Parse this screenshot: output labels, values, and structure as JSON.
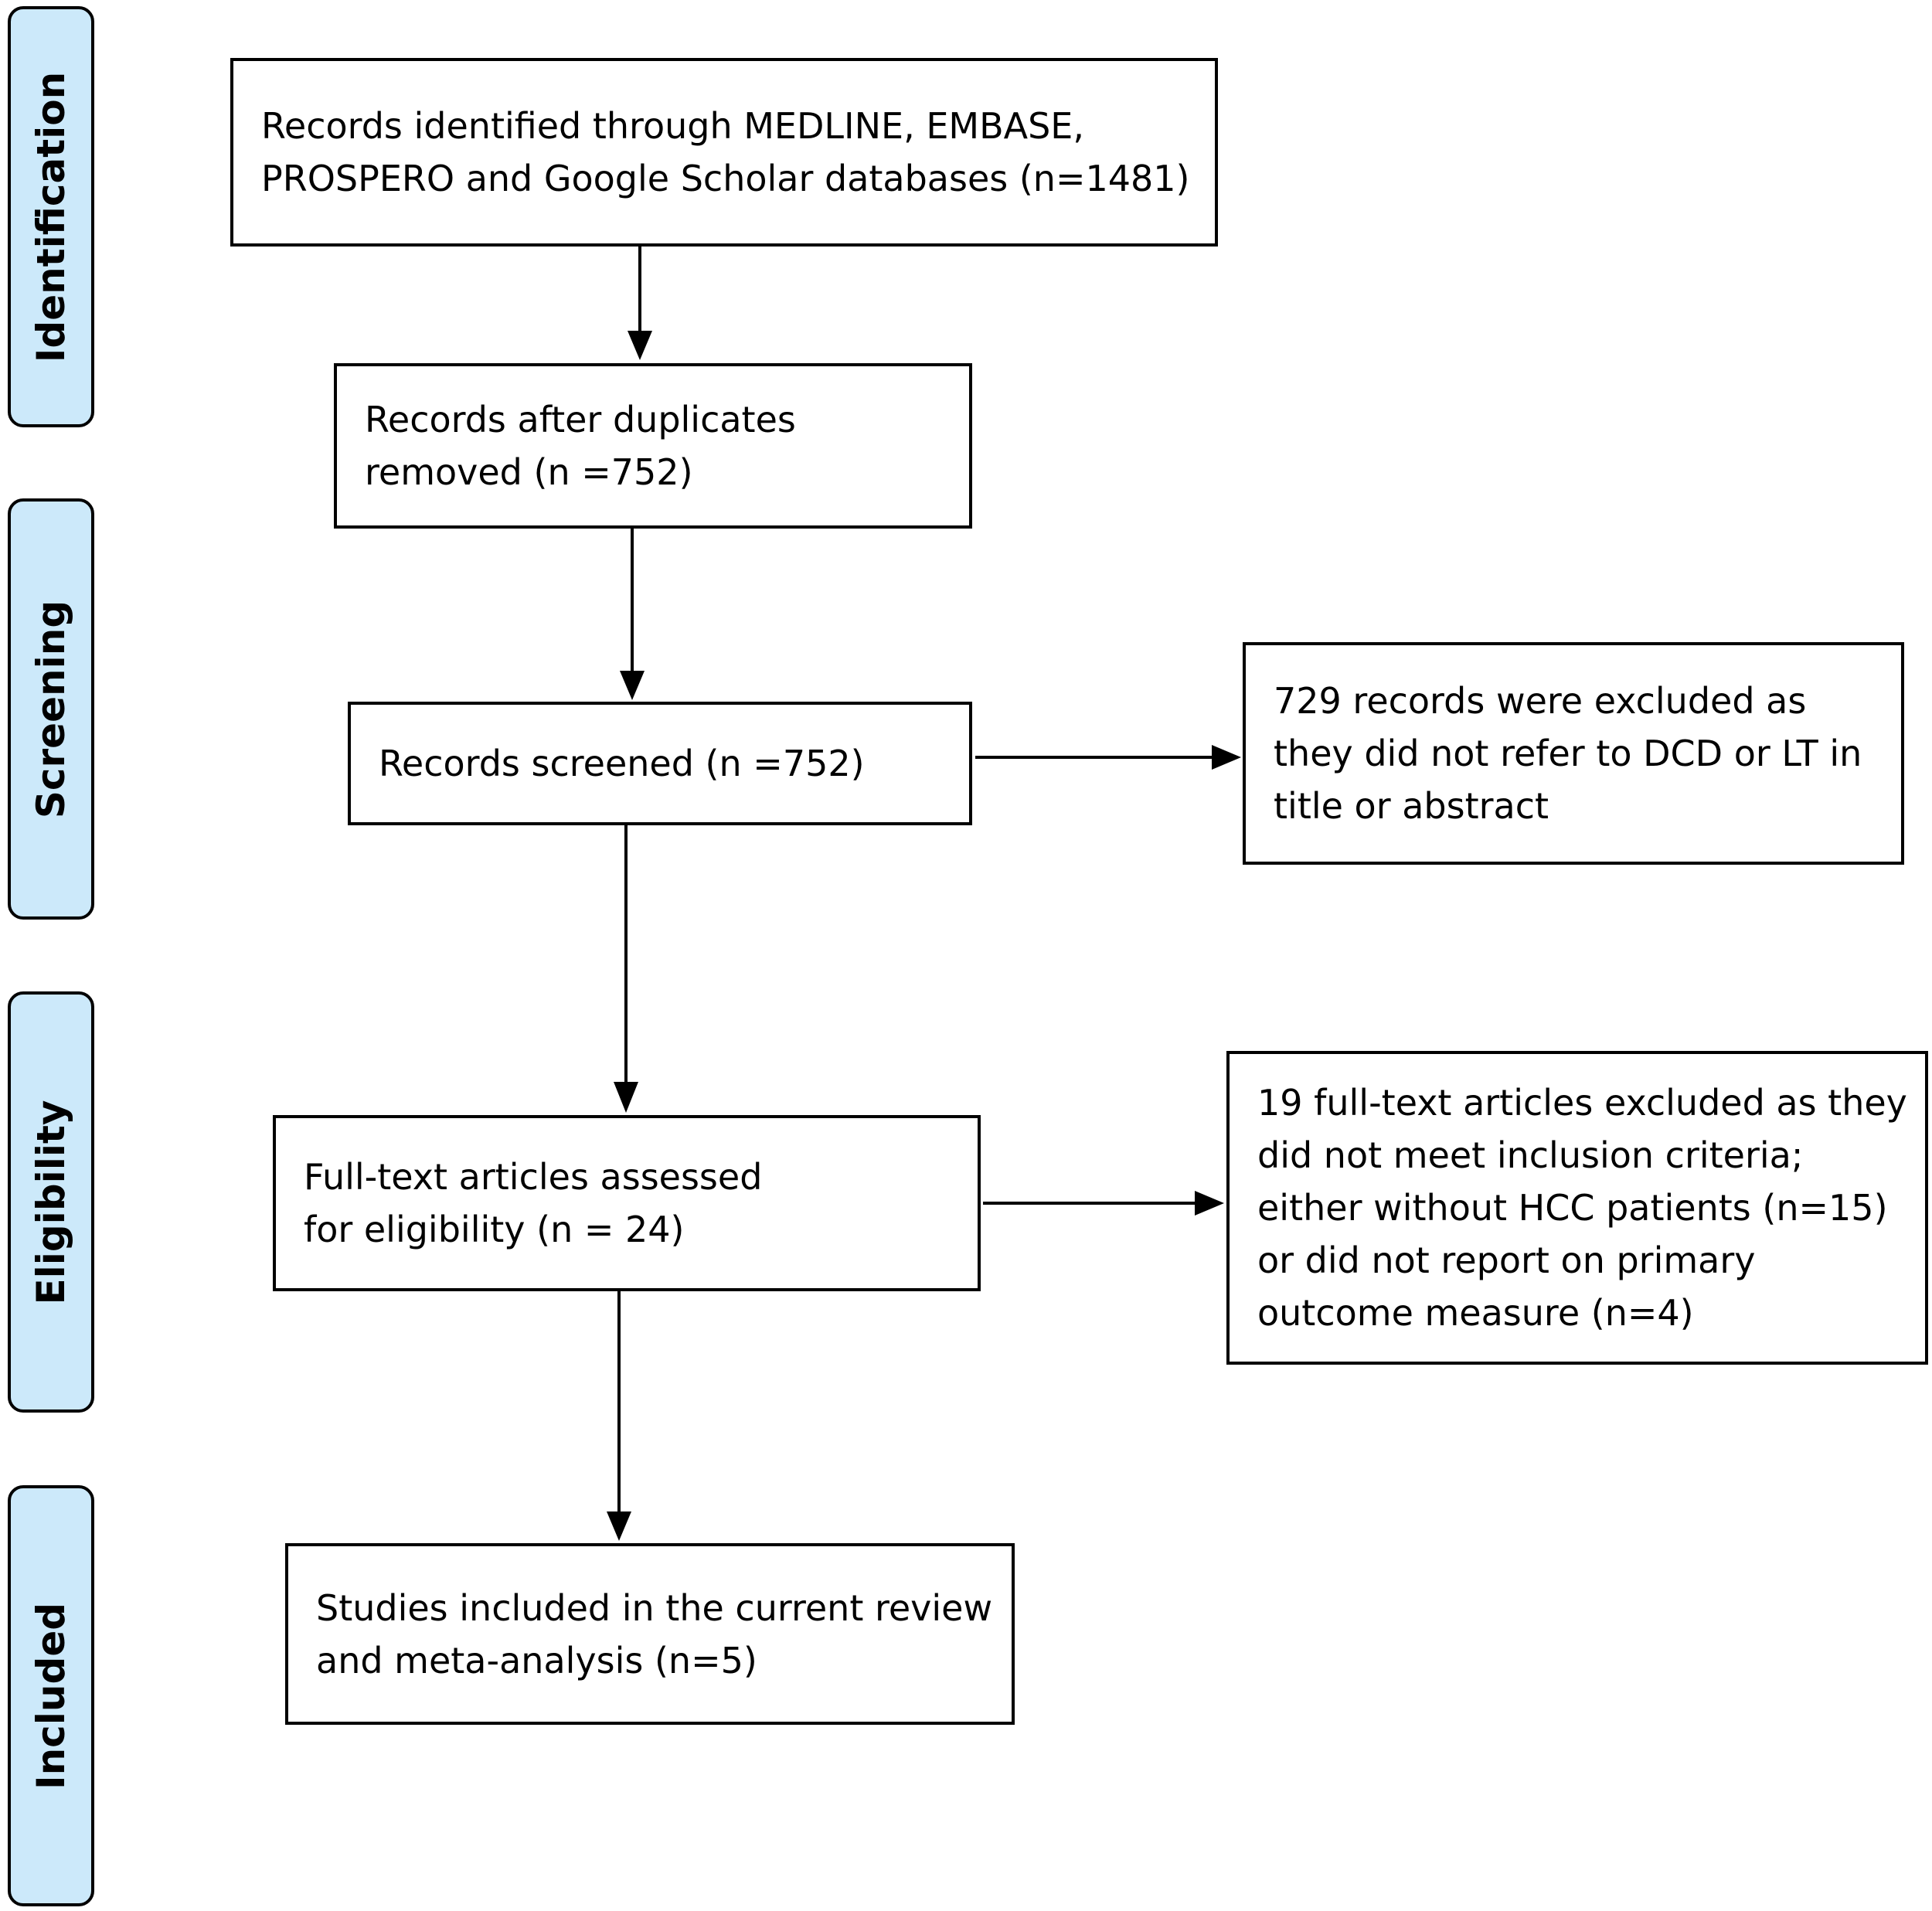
{
  "stages": {
    "identification": "Identification",
    "screening": "Screening",
    "eligibility": "Eligibility",
    "included": "Included"
  },
  "boxes": {
    "identified": [
      "Records identified through MEDLINE, EMBASE,",
      "PROSPERO and Google Scholar databases (n=1481)"
    ],
    "duplicates_removed": [
      "Records after duplicates",
      "removed (n =752)"
    ],
    "screened": [
      "Records screened (n =752)"
    ],
    "excluded_screening": [
      "729 records were excluded as",
      "they did not refer to DCD or LT in",
      "title or abstract"
    ],
    "fulltext_assessed": [
      "Full-text articles assessed",
      "for eligibility (n = 24)"
    ],
    "excluded_fulltext": [
      "19 full-text articles excluded as they",
      "did not meet inclusion criteria;",
      "either without HCC patients (n=15)",
      "or did not report on primary",
      "outcome measure (n=4)"
    ],
    "included_studies": [
      "Studies included in the current review",
      "and meta-analysis (n=5)"
    ]
  }
}
